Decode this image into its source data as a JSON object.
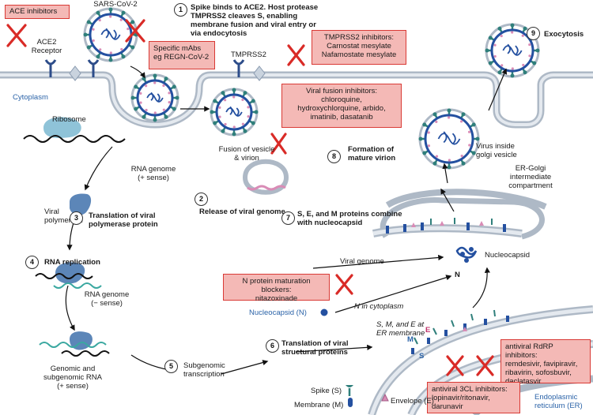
{
  "labels": {
    "sars_cov2": "SARS-CoV-2",
    "ace2_receptor": "ACE2\nReceptor",
    "tmprss2": "TMPRSS2",
    "cytoplasm": "Cytoplasm",
    "ribosome": "Ribosome",
    "rna_genome_plus": "RNA genome\n(+ sense)",
    "viral_polymerase": "Viral\npolymerase",
    "rna_genome_minus": "RNA genome\n(− sense)",
    "genomic_subgenomic": "Genomic and\nsubgenomic RNA\n(+ sense)",
    "subgenomic_transcription": "Subgenomic\ntranscription",
    "fusion_vesicle": "Fusion of vesicle\n& virion",
    "virus_golgi": "Virus inside\ngolgi vesicle",
    "er_golgi": "ER-Golgi\nintermediate\ncompartment",
    "nucleocapsid": "Nucleocapsid",
    "n_letter": "N",
    "viral_genome": "Viral genome",
    "n_in_cytoplasm": "N in cytoplasm",
    "nucleocapsid_n": "Nucleocapsid (N)",
    "sme_er": "S, M, and E at\nER membrane",
    "er": "Endoplasmic\nreticulum (ER)",
    "m_letter": "M",
    "e_letter": "E",
    "s_letter": "S"
  },
  "steps": {
    "s1": {
      "num": "1",
      "text": "Spike binds to ACE2. Host protease\nTMPRSS2 cleaves S, enabling\nmembrane fusion and viral entry  or\nvia endocytosis"
    },
    "s2": {
      "num": "2",
      "text": "Release of viral genome"
    },
    "s3": {
      "num": "3",
      "text": "Translation of viral\npolymerase protein"
    },
    "s4": {
      "num": "4",
      "text": "RNA replication"
    },
    "s5": {
      "num": "5"
    },
    "s6": {
      "num": "6",
      "text": "Translation of viral\nstructural proteins"
    },
    "s7": {
      "num": "7",
      "text": "S, E, and M proteins combine\nwith nucleocapsid"
    },
    "s8": {
      "num": "8",
      "text": "Formation of\nmature virion"
    },
    "s9": {
      "num": "9",
      "text": "Exocytosis"
    }
  },
  "inhibitors": {
    "ace": "ACE  inhibitors",
    "mabs": "Specific  mAbs\neg REGN-CoV-2",
    "tmprss2": "TMPRSS2 inhibitors:\nCarnostat mesylate\nNafamostate mesylate",
    "fusion": "Viral fusion inhibitors:\nchloroquine,\nhydroxychlorquine, arbido,\nimatinib, dasatanib",
    "nprotein": "N protein maturation blockers:\nnitazoxinade",
    "rdrp": "antiviral RdRP inhibitors:\nremdesivir, favipiravir,\nribavirin, sofosbuvir,\ndaclatasvir",
    "3cl": "antiviral 3CL  inhibitors:\nlopinavir/ritonavir,\ndarunavir"
  },
  "legend": {
    "spike": "Spike (S)",
    "membrane": "Membrane (M)",
    "envelope": "Envelope (E)"
  },
  "colors": {
    "membrane": "#aeb9c6",
    "membrane_edge": "#8a9bb0",
    "spike_teal": "#2f7f7b",
    "virion_blue": "#2450a0",
    "inhibitor_fill": "#f4b9b6",
    "inhibitor_border": "#d93a35",
    "cross_red": "#d92b27",
    "ribosome": "#8fc3d8",
    "polymerase": "#5c86b8",
    "envelope_pink": "#d98cb6"
  }
}
